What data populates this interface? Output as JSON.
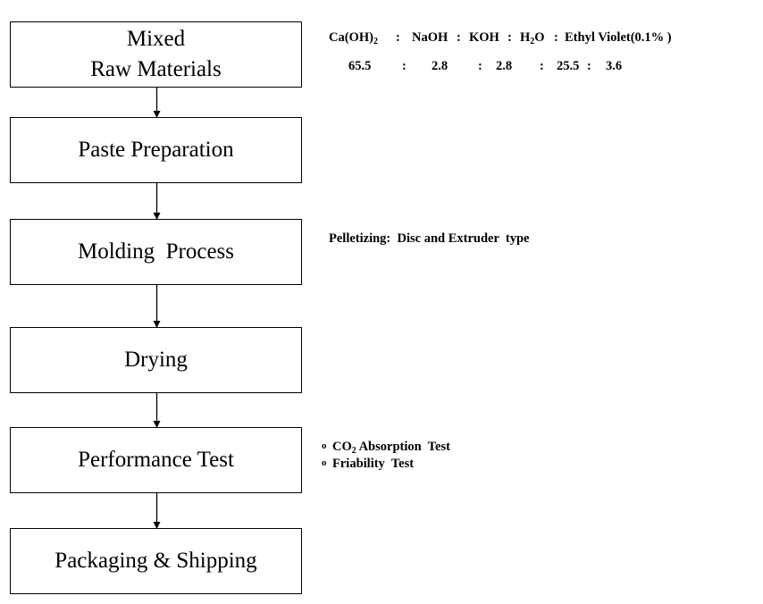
{
  "steps": [
    {
      "lines": [
        "Mixed",
        "Raw Materials"
      ]
    },
    {
      "lines": [
        "Paste Preparation"
      ]
    },
    {
      "lines": [
        "Molding  Process"
      ]
    },
    {
      "lines": [
        "Drying"
      ]
    },
    {
      "lines": [
        "Performance Test"
      ]
    },
    {
      "lines": [
        "Packaging & Shipping"
      ]
    }
  ],
  "composition": {
    "components": [
      {
        "base": "Ca(OH)",
        "sub": "2",
        "after": ""
      },
      {
        "base": "NaOH",
        "sub": "",
        "after": ""
      },
      {
        "base": "KOH",
        "sub": "",
        "after": ""
      },
      {
        "base": "H",
        "sub": "2",
        "after": "O"
      },
      {
        "base": "Ethyl Violet(0.1% )",
        "sub": "",
        "after": ""
      }
    ],
    "separator": ":",
    "values": [
      "65.5",
      "2.8",
      "2.8",
      "25.5",
      "3.6"
    ]
  },
  "molding_note": "Pelletizing:  Disc and Extruder  type",
  "tests": {
    "bullet": "o",
    "items": [
      {
        "base": "CO",
        "sub": "2",
        "after": " Absorption  Test"
      },
      {
        "base": "Friability  Test",
        "sub": "",
        "after": ""
      }
    ]
  }
}
